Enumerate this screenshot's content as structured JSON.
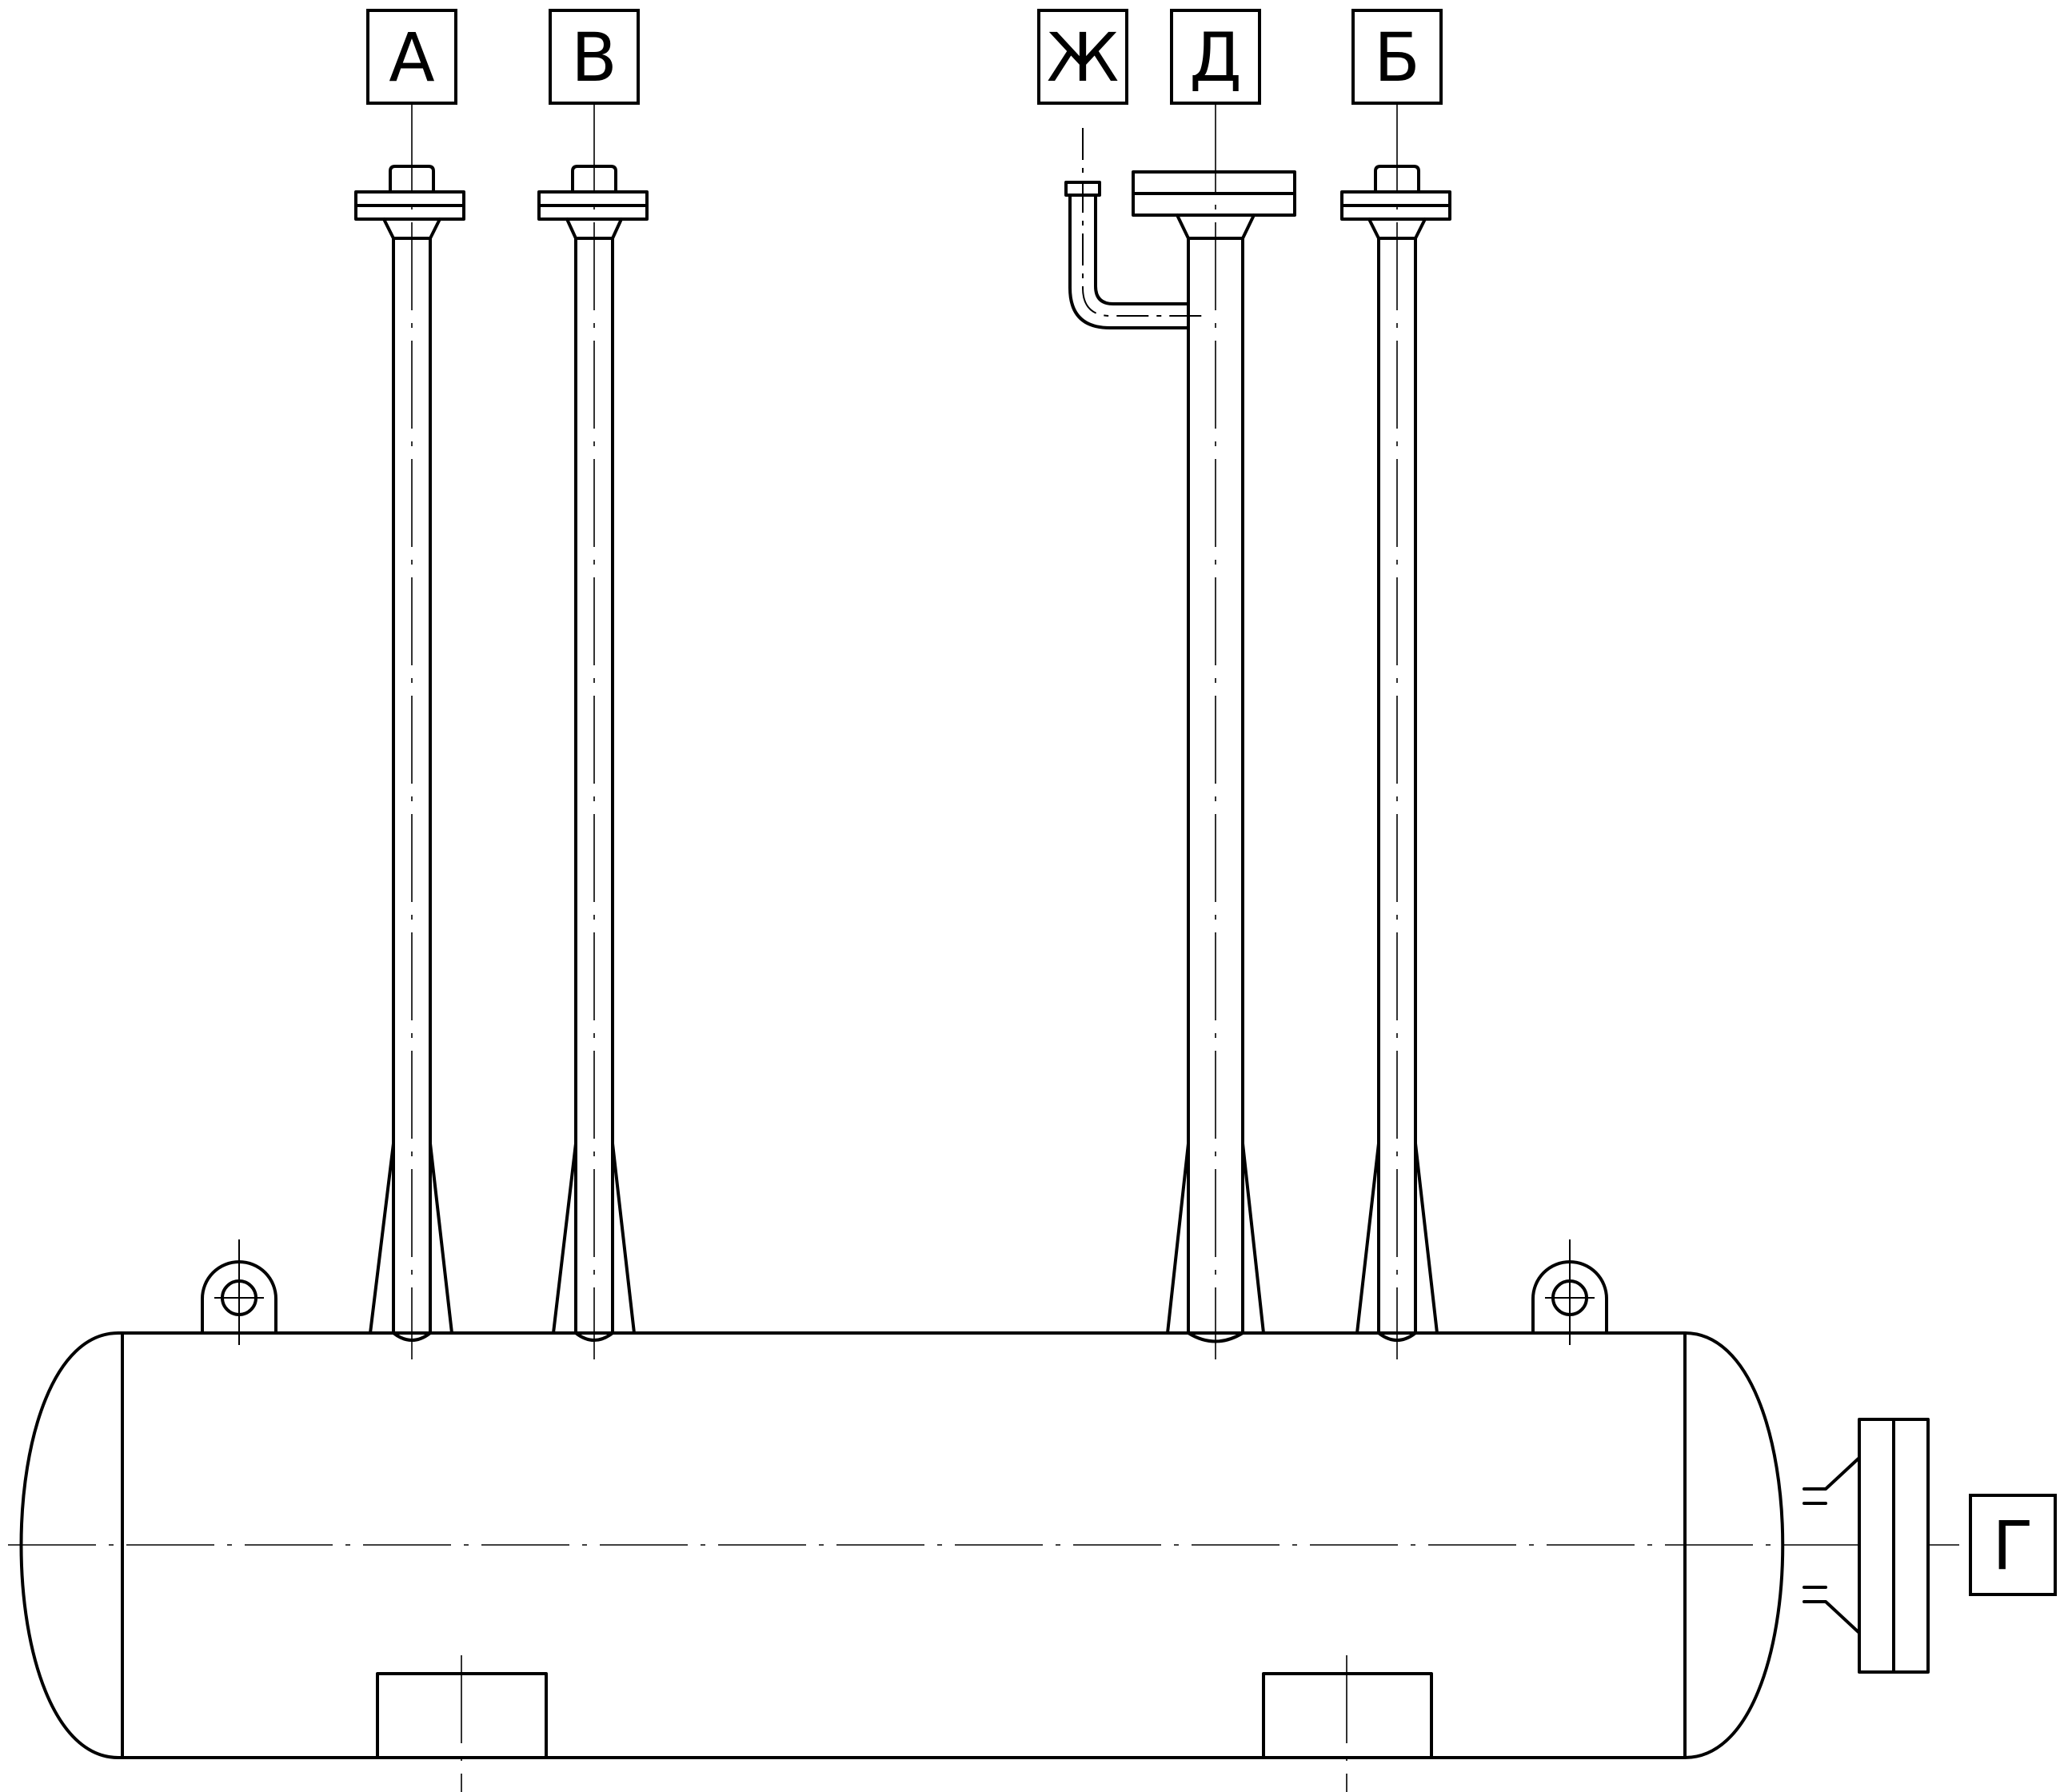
{
  "diagram": {
    "colors": {
      "line": "#000000",
      "background": "#ffffff"
    },
    "labels": {
      "a": "А",
      "v": "В",
      "zh": "Ж",
      "d": "Д",
      "b": "Б",
      "g": "Г"
    }
  }
}
